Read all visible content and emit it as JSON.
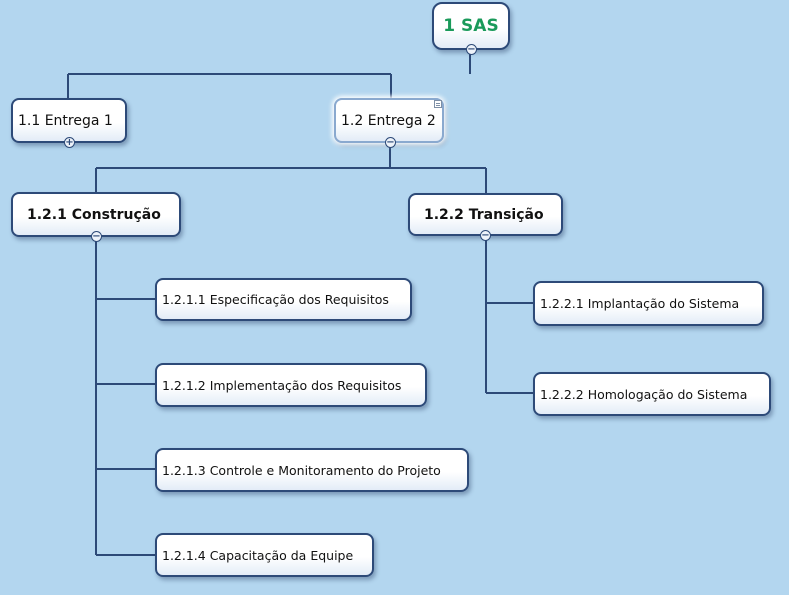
{
  "colors": {
    "background": "#b3d6ef",
    "connector": "#2d4a78",
    "root_text": "#1a9a5a"
  },
  "tree": {
    "root": {
      "label": "1 SAS",
      "toggle": "collapse"
    },
    "entrega1": {
      "label": "1.1 Entrega 1",
      "toggle": "expand"
    },
    "entrega2": {
      "label": "1.2 Entrega 2",
      "toggle": "collapse",
      "has_note": true
    },
    "construcao": {
      "label": "1.2.1 Construção",
      "toggle": "collapse",
      "children": [
        "1.2.1.1 Especificação dos Requisitos",
        "1.2.1.2 Implementação dos Requisitos",
        "1.2.1.3 Controle e Monitoramento do Projeto",
        "1.2.1.4 Capacitação da Equipe"
      ]
    },
    "transicao": {
      "label": "1.2.2 Transição",
      "toggle": "collapse",
      "children": [
        "1.2.2.1 Implantação do Sistema",
        "1.2.2.2 Homologação do Sistema"
      ]
    }
  }
}
